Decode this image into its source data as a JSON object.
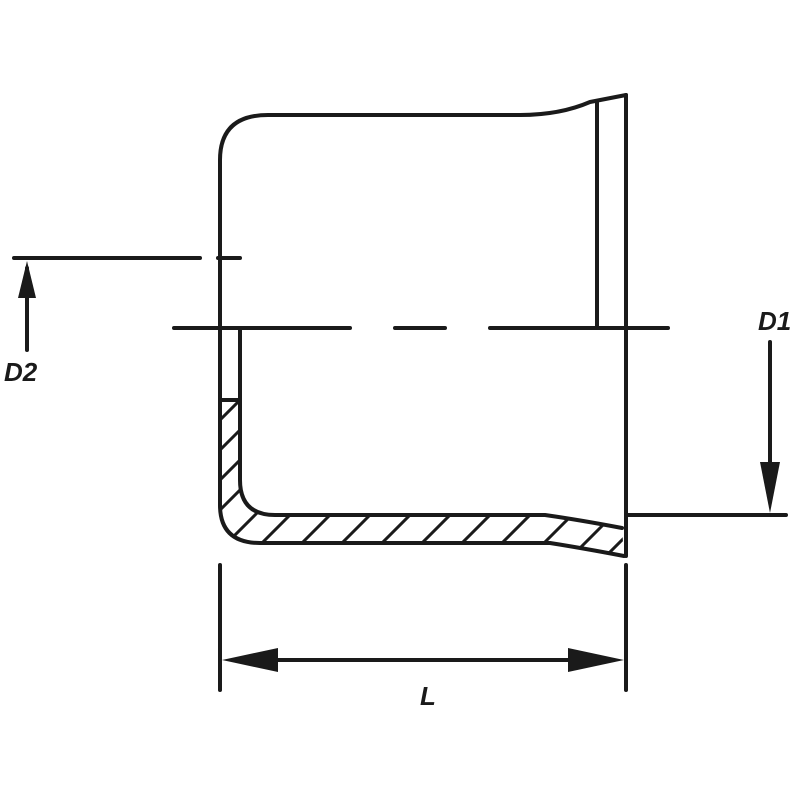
{
  "labels": {
    "d1": "D1",
    "d2": "D2",
    "l": "L"
  },
  "colors": {
    "ink": "#1a1a1a",
    "background": "#ffffff"
  }
}
